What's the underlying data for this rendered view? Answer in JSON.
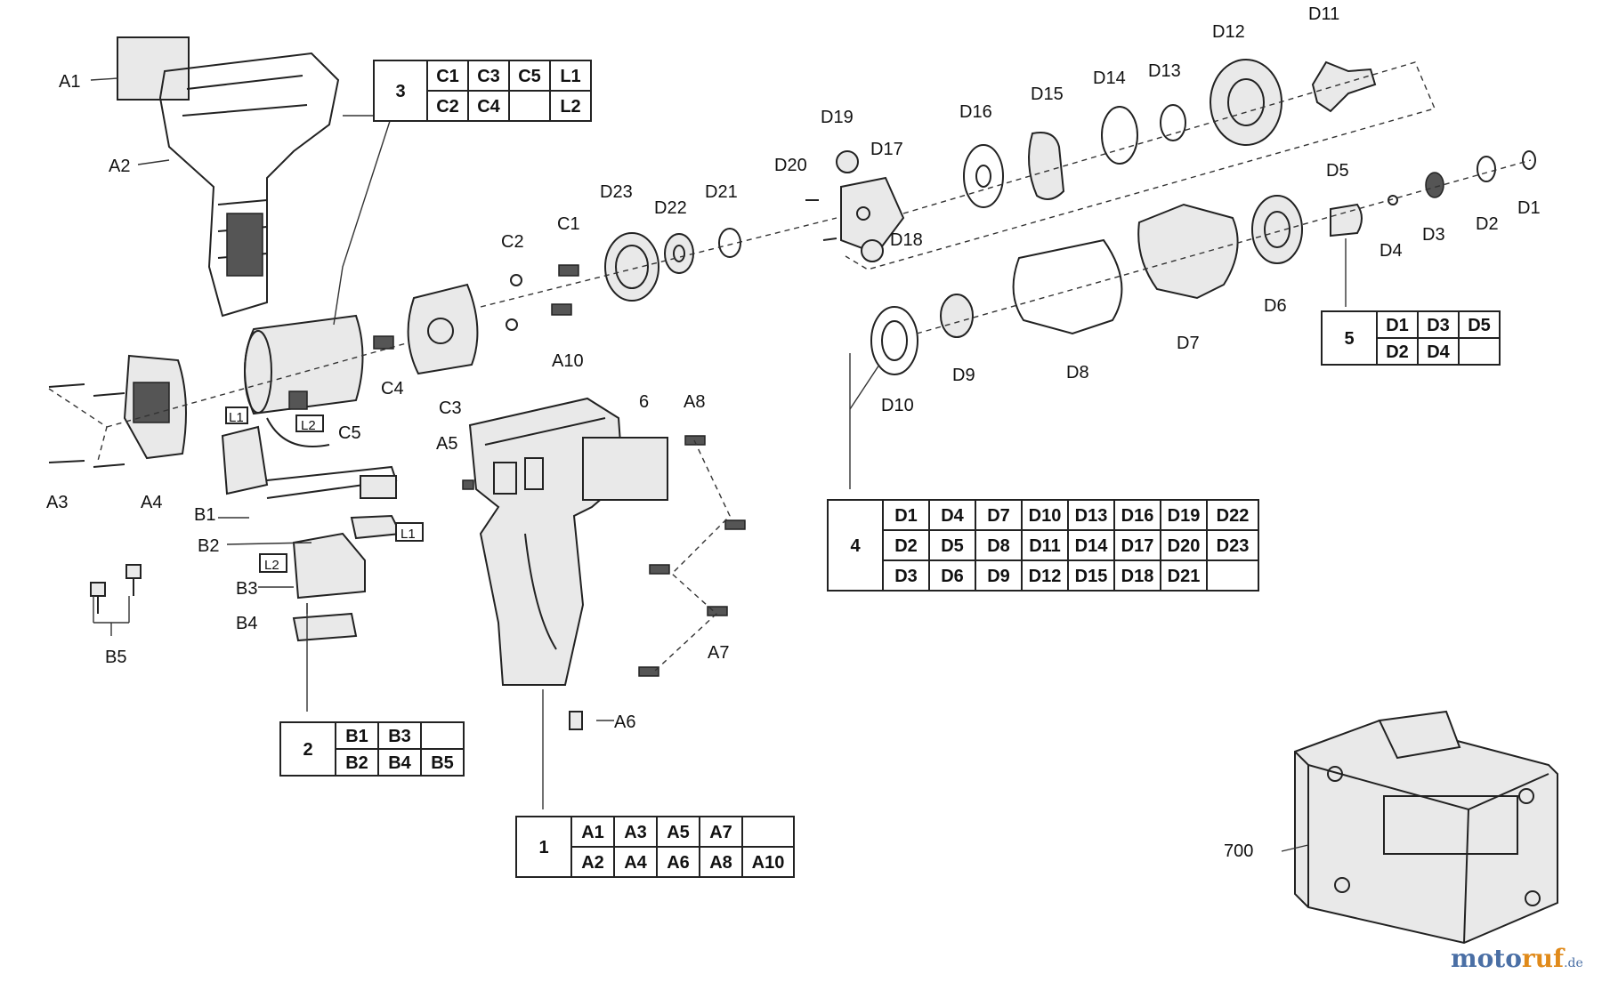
{
  "part_labels": {
    "A1": "A1",
    "A2": "A2",
    "A3": "A3",
    "A4": "A4",
    "A5": "A5",
    "A6": "A6",
    "A7": "A7",
    "A8": "A8",
    "A10": "A10",
    "B1": "B1",
    "B2": "B2",
    "B3": "B3",
    "B4": "B4",
    "B5": "B5",
    "C1": "C1",
    "C2": "C2",
    "C3": "C3",
    "C4": "C4",
    "C5": "C5",
    "L1": "L1",
    "L2": "L2",
    "L1b": "L1",
    "L2b": "L2",
    "D1": "D1",
    "D2": "D2",
    "D3": "D3",
    "D4": "D4",
    "D5": "D5",
    "D6": "D6",
    "D7": "D7",
    "D8": "D8",
    "D9": "D9",
    "D10": "D10",
    "D11": "D11",
    "D12": "D12",
    "D13": "D13",
    "D14": "D14",
    "D15": "D15",
    "D16": "D16",
    "D17": "D17",
    "D18": "D18",
    "D19": "D19",
    "D20": "D20",
    "D21": "D21",
    "D22": "D22",
    "D23": "D23",
    "p6": "6",
    "p700": "700"
  },
  "groups": [
    {
      "id": "1",
      "rows": [
        [
          "A1",
          "A3",
          "A5",
          "A7",
          ""
        ],
        [
          "A2",
          "A4",
          "A6",
          "A8",
          "A10"
        ]
      ]
    },
    {
      "id": "2",
      "rows": [
        [
          "B1",
          "B3",
          ""
        ],
        [
          "B2",
          "B4",
          "B5"
        ]
      ]
    },
    {
      "id": "3",
      "rows": [
        [
          "C1",
          "C3",
          "C5",
          "L1"
        ],
        [
          "C2",
          "C4",
          "",
          "L2"
        ]
      ]
    },
    {
      "id": "4",
      "rows": [
        [
          "D1",
          "D4",
          "D7",
          "D10",
          "D13",
          "D16",
          "D19",
          "D22"
        ],
        [
          "D2",
          "D5",
          "D8",
          "D11",
          "D14",
          "D17",
          "D20",
          "D23"
        ],
        [
          "D3",
          "D6",
          "D9",
          "D12",
          "D15",
          "D18",
          "D21",
          ""
        ]
      ]
    },
    {
      "id": "5",
      "rows": [
        [
          "D1",
          "D3",
          "D5"
        ],
        [
          "D2",
          "D4",
          ""
        ]
      ]
    }
  ],
  "watermark": {
    "part1": "moto",
    "part2": "ruf",
    "part3": ".de"
  }
}
